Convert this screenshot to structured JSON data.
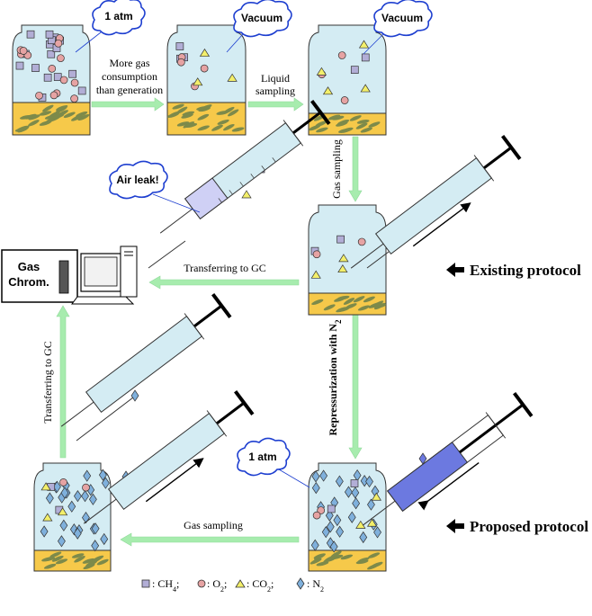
{
  "bubbles": {
    "top_left": "1 atm",
    "top_mid": "Vacuum",
    "top_right": "Vacuum",
    "leak": "Air leak!",
    "bottom_right": "1 atm"
  },
  "labels": {
    "consumption_line1": "More gas",
    "consumption_line2": "consumption",
    "consumption_line3": "than generation",
    "liquid_line1": "Liquid",
    "liquid_line2": "sampling",
    "gas_sampling_vertical": "Gas sampling",
    "transfer_gc_top": "Transferring to GC",
    "repressurization_prefix": "Repressurization with N",
    "repressurization_sub": "2",
    "transfer_gc_vertical": "Transferring to GC",
    "gas_sampling_bottom": "Gas sampling",
    "gc_line1": "Gas",
    "gc_line2": "Chrom."
  },
  "protocols": {
    "existing": "Existing protocol",
    "proposed": "Proposed protocol"
  },
  "legend": {
    "ch4_label": ": CH",
    "ch4_sub": "4",
    "o2_label": ": O",
    "o2_sub": "2",
    "co2_label": ": CO",
    "co2_sub": "2",
    "n2_label": ": N",
    "n2_sub": "2",
    "separator": ";"
  },
  "colors": {
    "gas": "#d4ecf3",
    "sediment": "#f6c94a",
    "grain": "#7d8a4a",
    "arrow": "#a7ecae",
    "ch4": "#b2aed6",
    "o2": "#e6a3a3",
    "co2": "#f3ef6a",
    "n2": "#7fb0dc",
    "n2_syringe": "#6c79e0",
    "leak": "#cfd0f5",
    "cloud_stroke": "#1e3fd0"
  },
  "icons": [
    "arrow-left-icon",
    "computer-icon",
    "syringe-icon",
    "bottle-icon",
    "cloud-icon"
  ]
}
